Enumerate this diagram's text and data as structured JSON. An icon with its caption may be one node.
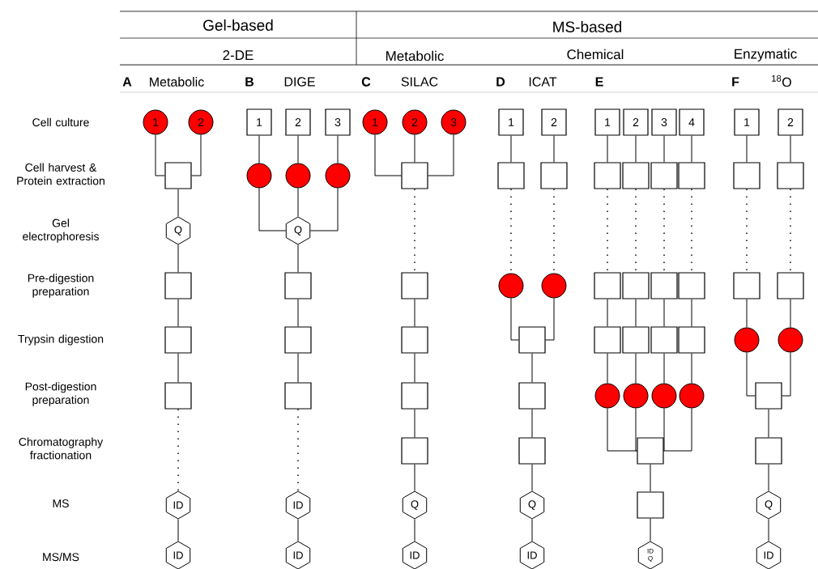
{
  "diagram": {
    "nodes": [
      {
        "text": [
          "1"
        ]
      },
      {
        "text": [
          "2"
        ]
      },
      {
        "text": [],
        "shape": "box"
      },
      {
        "text": [
          "Q"
        ]
      },
      {
        "text": [],
        "shape": "box"
      },
      {
        "text": [],
        "shape": "box"
      },
      {
        "text": [],
        "shape": "box"
      },
      {
        "text": [
          "ID"
        ]
      },
      {
        "text": [
          "ID"
        ]
      },
      {
        "text": [
          "1"
        ]
      },
      {
        "text": [
          "2"
        ]
      },
      {
        "text": [
          "3"
        ]
      },
      {
        "text": [],
        "shape": "circle"
      },
      {
        "text": [],
        "shape": "circle"
      },
      {
        "text": [],
        "shape": "circle"
      },
      {
        "text": [
          "Q"
        ]
      },
      {
        "text": [],
        "shape": "box"
      },
      {
        "text": [],
        "shape": "box"
      },
      {
        "text": [],
        "shape": "box"
      },
      {
        "text": [
          "ID"
        ]
      },
      {
        "text": [
          "ID"
        ]
      },
      {
        "text": [
          "1"
        ]
      },
      {
        "text": [
          "2"
        ]
      },
      {
        "text": [
          "3"
        ]
      },
      {
        "text": [],
        "shape": "box"
      },
      {
        "text": [],
        "shape": "box"
      },
      {
        "text": [],
        "shape": "box"
      },
      {
        "text": [],
        "shape": "box"
      },
      {
        "text": [],
        "shape": "box"
      },
      {
        "text": [
          "Q"
        ]
      },
      {
        "text": [
          "ID"
        ]
      },
      {
        "text": [
          "1"
        ]
      },
      {
        "text": [
          "2"
        ]
      },
      {
        "text": [],
        "shape": "box"
      },
      {
        "text": [],
        "shape": "box"
      },
      {
        "text": [],
        "shape": "circle"
      },
      {
        "text": [],
        "shape": "circle"
      },
      {
        "text": [],
        "shape": "box"
      },
      {
        "text": [],
        "shape": "box"
      },
      {
        "text": [],
        "shape": "box"
      },
      {
        "text": [
          "Q"
        ]
      },
      {
        "text": [
          "ID"
        ]
      },
      {
        "text": [
          "1"
        ]
      },
      {
        "text": [
          "2"
        ]
      },
      {
        "text": [
          "3"
        ]
      },
      {
        "text": [
          "4"
        ]
      },
      {
        "text": [],
        "shape": "box"
      },
      {
        "text": [],
        "shape": "box"
      },
      {
        "text": [],
        "shape": "box"
      },
      {
        "text": [],
        "shape": "box"
      },
      {
        "text": [],
        "shape": "box"
      },
      {
        "text": [],
        "shape": "box"
      },
      {
        "text": [],
        "shape": "box"
      },
      {
        "text": [],
        "shape": "box"
      },
      {
        "text": [],
        "shape": "box"
      },
      {
        "text": [],
        "shape": "box"
      },
      {
        "text": [],
        "shape": "box"
      },
      {
        "text": [],
        "shape": "box"
      },
      {
        "text": [],
        "shape": "circle"
      },
      {
        "text": [],
        "shape": "circle"
      },
      {
        "text": [],
        "shape": "circle"
      },
      {
        "text": [],
        "shape": "circle"
      },
      {
        "text": [],
        "shape": "box"
      },
      {
        "text": [],
        "shape": "box"
      },
      {
        "text": [
          "ID",
          "Q"
        ]
      },
      {
        "text": [
          "1"
        ]
      },
      {
        "text": [
          "2"
        ]
      },
      {
        "text": [],
        "shape": "box"
      },
      {
        "text": [],
        "shape": "box"
      },
      {
        "text": [],
        "shape": "box"
      },
      {
        "text": [],
        "shape": "box"
      },
      {
        "text": [],
        "shape": "circle"
      },
      {
        "text": [],
        "shape": "circle"
      },
      {
        "text": [],
        "shape": "box"
      },
      {
        "text": [],
        "shape": "box"
      },
      {
        "text": [
          "Q"
        ]
      },
      {
        "text": [
          "ID"
        ]
      }
    ],
    "edges": [
      {
        "from": 0,
        "to": 2,
        "arrow": "none"
      },
      {
        "from": 1,
        "to": 2,
        "arrow": "none"
      },
      {
        "from": 2,
        "to": 3,
        "arrow": "none"
      },
      {
        "from": 3,
        "to": 4,
        "arrow": "none"
      },
      {
        "from": 4,
        "to": 5,
        "arrow": "none"
      },
      {
        "from": 5,
        "to": 6,
        "arrow": "none"
      },
      {
        "from": 6,
        "to": 7,
        "arrow": "none",
        "style": "dashed"
      },
      {
        "from": 7,
        "to": 8,
        "arrow": "none"
      },
      {
        "from": 9,
        "to": 12,
        "arrow": "none"
      },
      {
        "from": 10,
        "to": 13,
        "arrow": "none"
      },
      {
        "from": 11,
        "to": 14,
        "arrow": "none"
      },
      {
        "from": 12,
        "to": 15,
        "arrow": "none"
      },
      {
        "from": 13,
        "to": 15,
        "arrow": "none"
      },
      {
        "from": 14,
        "to": 15,
        "arrow": "none"
      },
      {
        "from": 15,
        "to": 16,
        "arrow": "none"
      },
      {
        "from": 16,
        "to": 17,
        "arrow": "none"
      },
      {
        "from": 17,
        "to": 18,
        "arrow": "none"
      },
      {
        "from": 18,
        "to": 19,
        "arrow": "none",
        "style": "dashed"
      },
      {
        "from": 19,
        "to": 20,
        "arrow": "none"
      },
      {
        "from": 21,
        "to": 24,
        "arrow": "none"
      },
      {
        "from": 22,
        "to": 24,
        "arrow": "none"
      },
      {
        "from": 23,
        "to": 24,
        "arrow": "none"
      },
      {
        "from": 24,
        "to": 25,
        "arrow": "none",
        "style": "dashed"
      },
      {
        "from": 25,
        "to": 26,
        "arrow": "none"
      },
      {
        "from": 26,
        "to": 27,
        "arrow": "none"
      },
      {
        "from": 27,
        "to": 28,
        "arrow": "none"
      },
      {
        "from": 28,
        "to": 29,
        "arrow": "none"
      },
      {
        "from": 29,
        "to": 30,
        "arrow": "none"
      },
      {
        "from": 31,
        "to": 33,
        "arrow": "none"
      },
      {
        "from": 32,
        "to": 34,
        "arrow": "none"
      },
      {
        "from": 33,
        "to": 35,
        "arrow": "none",
        "style": "dashed"
      },
      {
        "from": 34,
        "to": 36,
        "arrow": "none",
        "style": "dashed"
      },
      {
        "from": 35,
        "to": 37,
        "arrow": "none"
      },
      {
        "from": 36,
        "to": 37,
        "arrow": "none"
      },
      {
        "from": 37,
        "to": 38,
        "arrow": "none"
      },
      {
        "from": 38,
        "to": 39,
        "arrow": "none"
      },
      {
        "from": 39,
        "to": 40,
        "arrow": "none"
      },
      {
        "from": 40,
        "to": 41,
        "arrow": "none"
      },
      {
        "from": 42,
        "to": 46,
        "arrow": "none"
      },
      {
        "from": 43,
        "to": 47,
        "arrow": "none"
      },
      {
        "from": 44,
        "to": 48,
        "arrow": "none"
      },
      {
        "from": 45,
        "to": 49,
        "arrow": "none"
      },
      {
        "from": 46,
        "to": 50,
        "arrow": "none",
        "style": "dashed"
      },
      {
        "from": 47,
        "to": 51,
        "arrow": "none",
        "style": "dashed"
      },
      {
        "from": 48,
        "to": 52,
        "arrow": "none",
        "style": "dashed"
      },
      {
        "from": 49,
        "to": 53,
        "arrow": "none",
        "style": "dashed"
      },
      {
        "from": 50,
        "to": 54,
        "arrow": "none"
      },
      {
        "from": 51,
        "to": 55,
        "arrow": "none"
      },
      {
        "from": 52,
        "to": 56,
        "arrow": "none"
      },
      {
        "from": 53,
        "to": 57,
        "arrow": "none"
      },
      {
        "from": 54,
        "to": 58,
        "arrow": "none"
      },
      {
        "from": 55,
        "to": 59,
        "arrow": "none"
      },
      {
        "from": 56,
        "to": 60,
        "arrow": "none"
      },
      {
        "from": 57,
        "to": 61,
        "arrow": "none"
      },
      {
        "from": 58,
        "to": 62,
        "arrow": "none"
      },
      {
        "from": 59,
        "to": 62,
        "arrow": "none"
      },
      {
        "from": 60,
        "to": 62,
        "arrow": "none"
      },
      {
        "from": 61,
        "to": 62,
        "arrow": "none"
      },
      {
        "from": 62,
        "to": 63,
        "arrow": "none"
      },
      {
        "from": 63,
        "to": 64,
        "arrow": "none"
      },
      {
        "from": 65,
        "to": 67,
        "arrow": "none"
      },
      {
        "from": 66,
        "to": 68,
        "arrow": "none"
      },
      {
        "from": 67,
        "to": 69,
        "arrow": "none",
        "style": "dashed"
      },
      {
        "from": 68,
        "to": 70,
        "arrow": "none",
        "style": "dashed"
      },
      {
        "from": 69,
        "to": 71,
        "arrow": "none"
      },
      {
        "from": 70,
        "to": 72,
        "arrow": "none"
      },
      {
        "from": 71,
        "to": 73,
        "arrow": "none"
      },
      {
        "from": 72,
        "to": 73,
        "arrow": "none"
      },
      {
        "from": 73,
        "to": 74,
        "arrow": "none"
      },
      {
        "from": 74,
        "to": 75,
        "arrow": "none"
      },
      {
        "from": 75,
        "to": 76,
        "arrow": "none"
      }
    ],
    "labels": [
      "Gel-based",
      "MS-based",
      "2-DE",
      "Metabolic",
      "Chemical",
      "Enzymatic",
      "A",
      "Metabolic",
      "B",
      "DIGE",
      "C",
      "SILAC",
      "D",
      "ICAT",
      "E",
      "F",
      "$^{18}$O",
      "Cell culture",
      "Cell harvest & Protein extraction",
      "Gel electrophoresis",
      "Pre-digestion preparation",
      "Trypsin digestion",
      "Post-digestion preparation",
      "Chromatography fractionation",
      "MS",
      "MS/MS"
    ]
  }
}
